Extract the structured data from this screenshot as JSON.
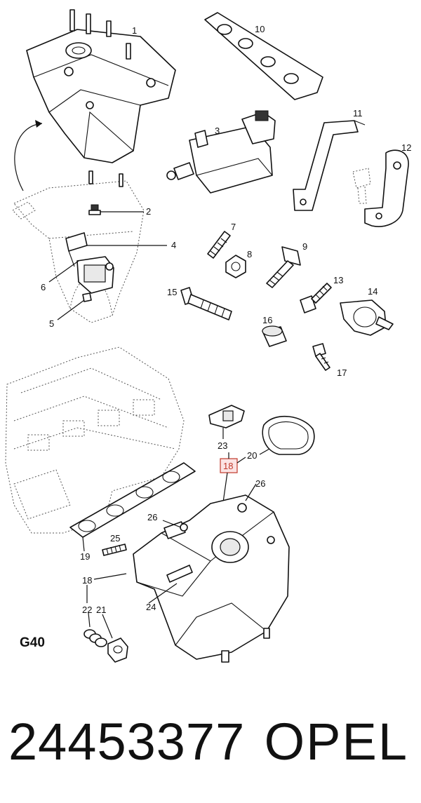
{
  "diagram": {
    "variant_label": "G40",
    "highlighted_callout": "18",
    "highlight_color": "#c0392b",
    "callouts": {
      "c1": "1",
      "c2": "2",
      "c3": "3",
      "c4": "4",
      "c5": "5",
      "c6": "6",
      "c7": "7",
      "c8": "8",
      "c9": "9",
      "c10": "10",
      "c11": "11",
      "c12": "12",
      "c13": "13",
      "c14": "14",
      "c15": "15",
      "c16": "16",
      "c17": "17",
      "c18_highlight": "18",
      "c18": "18",
      "c19": "19",
      "c20": "20",
      "c21": "21",
      "c22": "22",
      "c23": "23",
      "c24": "24",
      "c25": "25",
      "c26a": "26",
      "c26b": "26"
    }
  },
  "footer": {
    "part_number": "24453377",
    "brand": "OPEL"
  }
}
